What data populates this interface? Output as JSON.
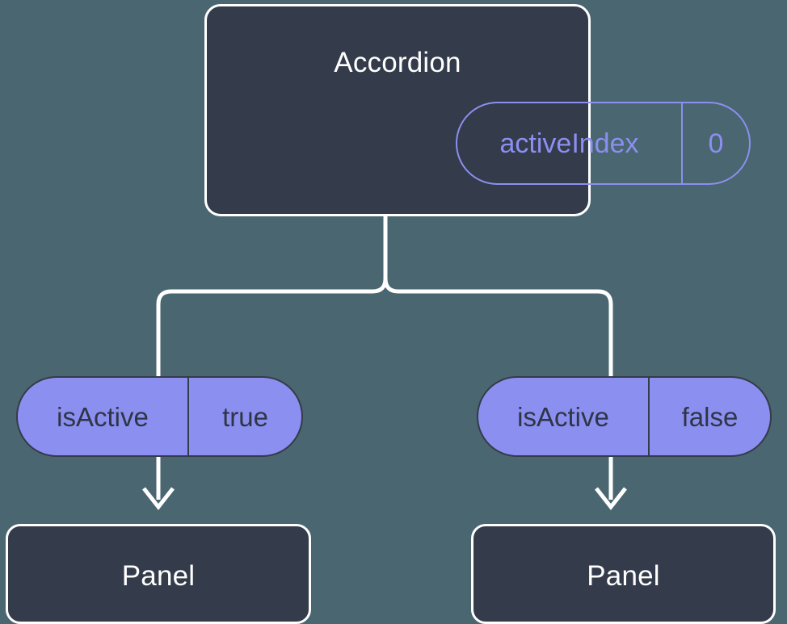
{
  "diagram": {
    "type": "component-state-tree",
    "background_color": "#4a6670",
    "box_fill_color": "#343b4a",
    "box_stroke_color": "#ffffff",
    "accent_color": "#8b8ff0",
    "connector_color": "#ffffff"
  },
  "root": {
    "title": "Accordion",
    "state_pill": {
      "key": "activeIndex",
      "value": "0"
    }
  },
  "branches": [
    {
      "prop_pill": {
        "key": "isActive",
        "value": "true"
      },
      "child": {
        "title": "Panel"
      }
    },
    {
      "prop_pill": {
        "key": "isActive",
        "value": "false"
      },
      "child": {
        "title": "Panel"
      }
    }
  ],
  "icons": {
    "arrow_down": "arrow-down-icon"
  }
}
